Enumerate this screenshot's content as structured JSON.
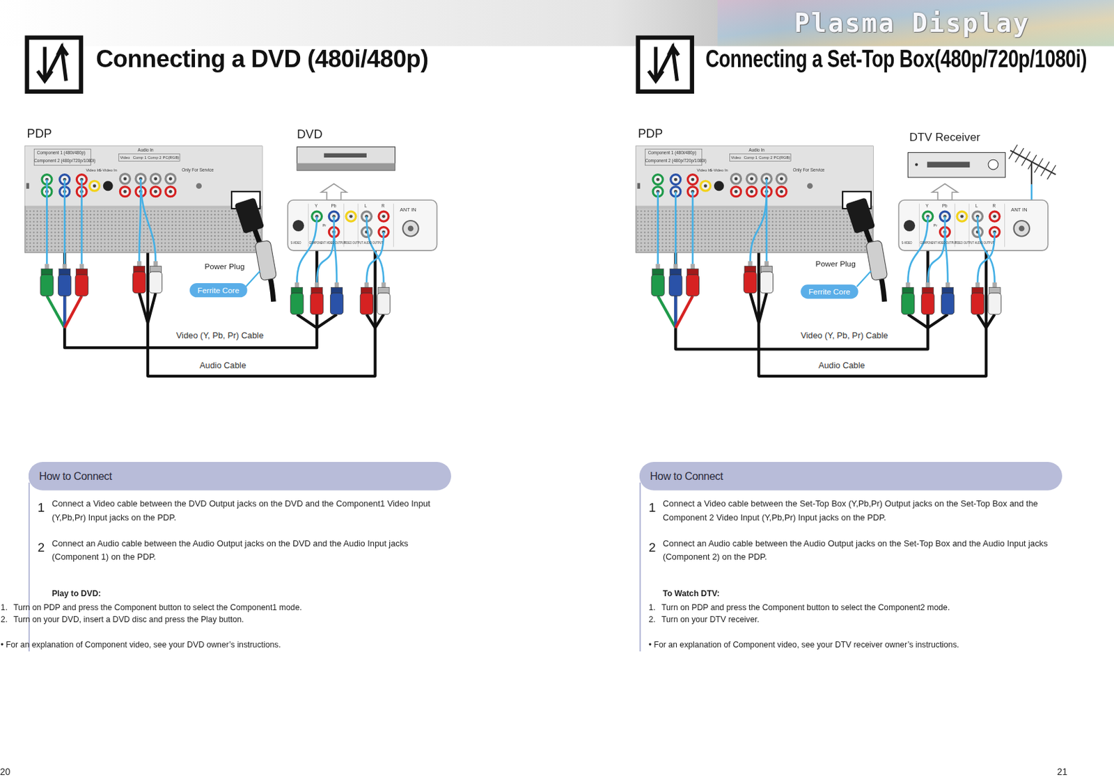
{
  "diagram": {
    "nodes": [
      {
        "text": [
          "PDP"
        ]
      },
      {
        "text": [
          "DVD"
        ]
      },
      {
        "text": [
          "Ferrite Core"
        ]
      },
      {
        "text": [
          "How to Connect"
        ]
      },
      {
        "text": [
          "PDP"
        ]
      },
      {
        "text": [
          "DTV Receiver"
        ]
      },
      {
        "text": [
          "Ferrite Core"
        ]
      },
      {
        "text": [
          "How to Connect"
        ]
      }
    ],
    "edges": [
      {
        "from": 1,
        "to": 0,
        "arrow": "none",
        "label": "Video (Y, Pb, Pr) Cable"
      },
      {
        "from": 1,
        "to": 0,
        "arrow": "none",
        "label": "Audio Cable"
      },
      {
        "from": 5,
        "to": 4,
        "arrow": "none",
        "label": "Video (Y, Pb, Pr) Cable"
      },
      {
        "from": 5,
        "to": 4,
        "arrow": "none",
        "label": "Audio Cable"
      }
    ],
    "labels": [
      "Plasma Display",
      "Connecting a DVD (480i/480p)",
      "Connecting a Set-Top Box(480p/720p/1080i)",
      "Component 1 (480i/480p)",
      "Component 2 (480p/720p/1080i)",
      "Video In",
      "S-Video In",
      "Audio In",
      "Video",
      "Comp 1",
      "Comp 2",
      "PC(RGB)",
      "Only For Service",
      "Y",
      "Pb",
      "Pr",
      "L",
      "R",
      "S-VIDEO",
      "COMPONENT VIDEO OUTPUT",
      "VIDEO OUTPUT",
      "AUDIO OUTPUT",
      "ANT IN",
      "Power Plug",
      "1",
      "Connect a Video cable between the DVD Output jacks on the DVD and the Component1 Video Input (Y,Pb,Pr) Input jacks on the PDP.",
      "2",
      "Connect an Audio cable between the Audio Output jacks on the DVD and the Audio Input jacks (Component 1) on the PDP.",
      "Play to DVD:",
      "1.",
      "Turn on PDP and press the Component button to select the Component1 mode.",
      "2.",
      "Turn on your DVD, insert a DVD disc and press the Play button.",
      "• For an explanation of Component video, see your DVD owner’s instructions.",
      "Component 1 (480i/480p)",
      "Component 2 (480p/720p/1080i)",
      "Video In",
      "S-Video In",
      "Audio In",
      "Video",
      "Comp 1",
      "Comp 2",
      "PC(RGB)",
      "Only For Service",
      "Y",
      "Pb",
      "Pr",
      "L",
      "R",
      "S-VIDEO",
      "COMPONENT VIDEO OUTPUT",
      "VIDEO OUTPUT",
      "AUDIO OUTPUT",
      "ANT IN",
      "Power Plug",
      "1",
      "Connect a Video cable between the Set-Top Box (Y,Pb,Pr) Output jacks on the Set-Top Box and the Component 2 Video Input (Y,Pb,Pr) Input jacks on the PDP.",
      "2",
      "Connect an Audio cable between the Audio Output jacks on the Set-Top Box and the Audio Input jacks (Component 2) on the PDP.",
      "To Watch DTV:",
      "1.",
      "Turn on PDP and press the Component button to select the Component2 mode.",
      "2.",
      "Turn on your DTV receiver.",
      "• For an explanation of Component video, see your DTV receiver owner’s instructions.",
      "20",
      "21"
    ]
  }
}
